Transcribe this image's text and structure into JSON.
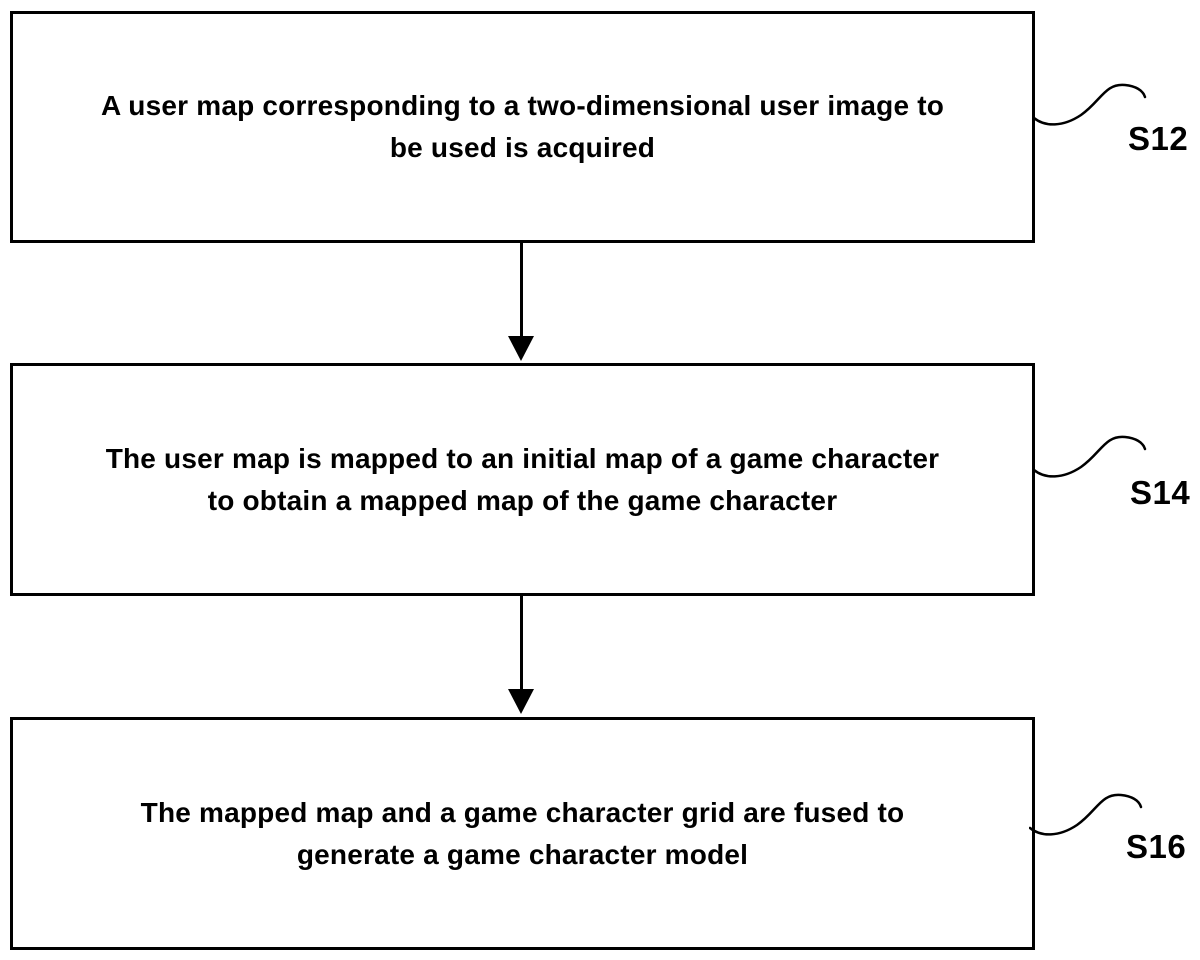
{
  "figure": {
    "type": "flowchart",
    "colors": {
      "line": "#000000",
      "background": "#ffffff"
    },
    "steps": [
      {
        "label": "S12",
        "lines": [
          "A user map corresponding to a two-dimensional user image to",
          "be used is acquired"
        ]
      },
      {
        "label": "S14",
        "lines": [
          "The user map is mapped to an initial map of a game character",
          "to obtain a mapped map of the game character"
        ]
      },
      {
        "label": "S16",
        "lines": [
          "The mapped map and a game character grid are fused to",
          "generate a game character model"
        ]
      }
    ]
  }
}
